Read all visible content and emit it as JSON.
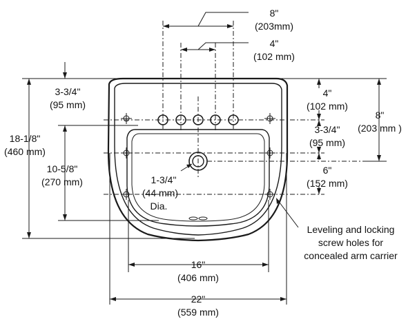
{
  "dimensions": {
    "faucet_spread_8": {
      "imperial": "8\"",
      "metric": "(203mm)"
    },
    "faucet_spread_4": {
      "imperial": "4\"",
      "metric": "(102 mm)"
    },
    "back_to_holes_left": {
      "imperial": "3-3/4\"",
      "metric": "(95 mm)"
    },
    "overall_depth": {
      "imperial": "18-1/8\"",
      "metric": "(460 mm)"
    },
    "bowl_depth": {
      "imperial": "10-5/8\"",
      "metric": "(270 mm)"
    },
    "drain_dia": {
      "imperial": "1-3/4\"",
      "metric": "(44 mm)",
      "suffix": "Dia."
    },
    "right_4": {
      "imperial": "4\"",
      "metric": "(102 mm)"
    },
    "right_3_3_4": {
      "imperial": "3-3/4\"",
      "metric": "(95 mm)"
    },
    "right_8": {
      "imperial": "8\"",
      "metric": "(203 mm )"
    },
    "right_6": {
      "imperial": "6\"",
      "metric": "(152 mm)"
    },
    "bowl_width": {
      "imperial": "16\"",
      "metric": "(406 mm)"
    },
    "overall_width": {
      "imperial": "22\"",
      "metric": "(559 mm)"
    }
  },
  "note": {
    "line1": "Leveling and locking",
    "line2": "screw holes for",
    "line3": "concealed arm carrier"
  }
}
